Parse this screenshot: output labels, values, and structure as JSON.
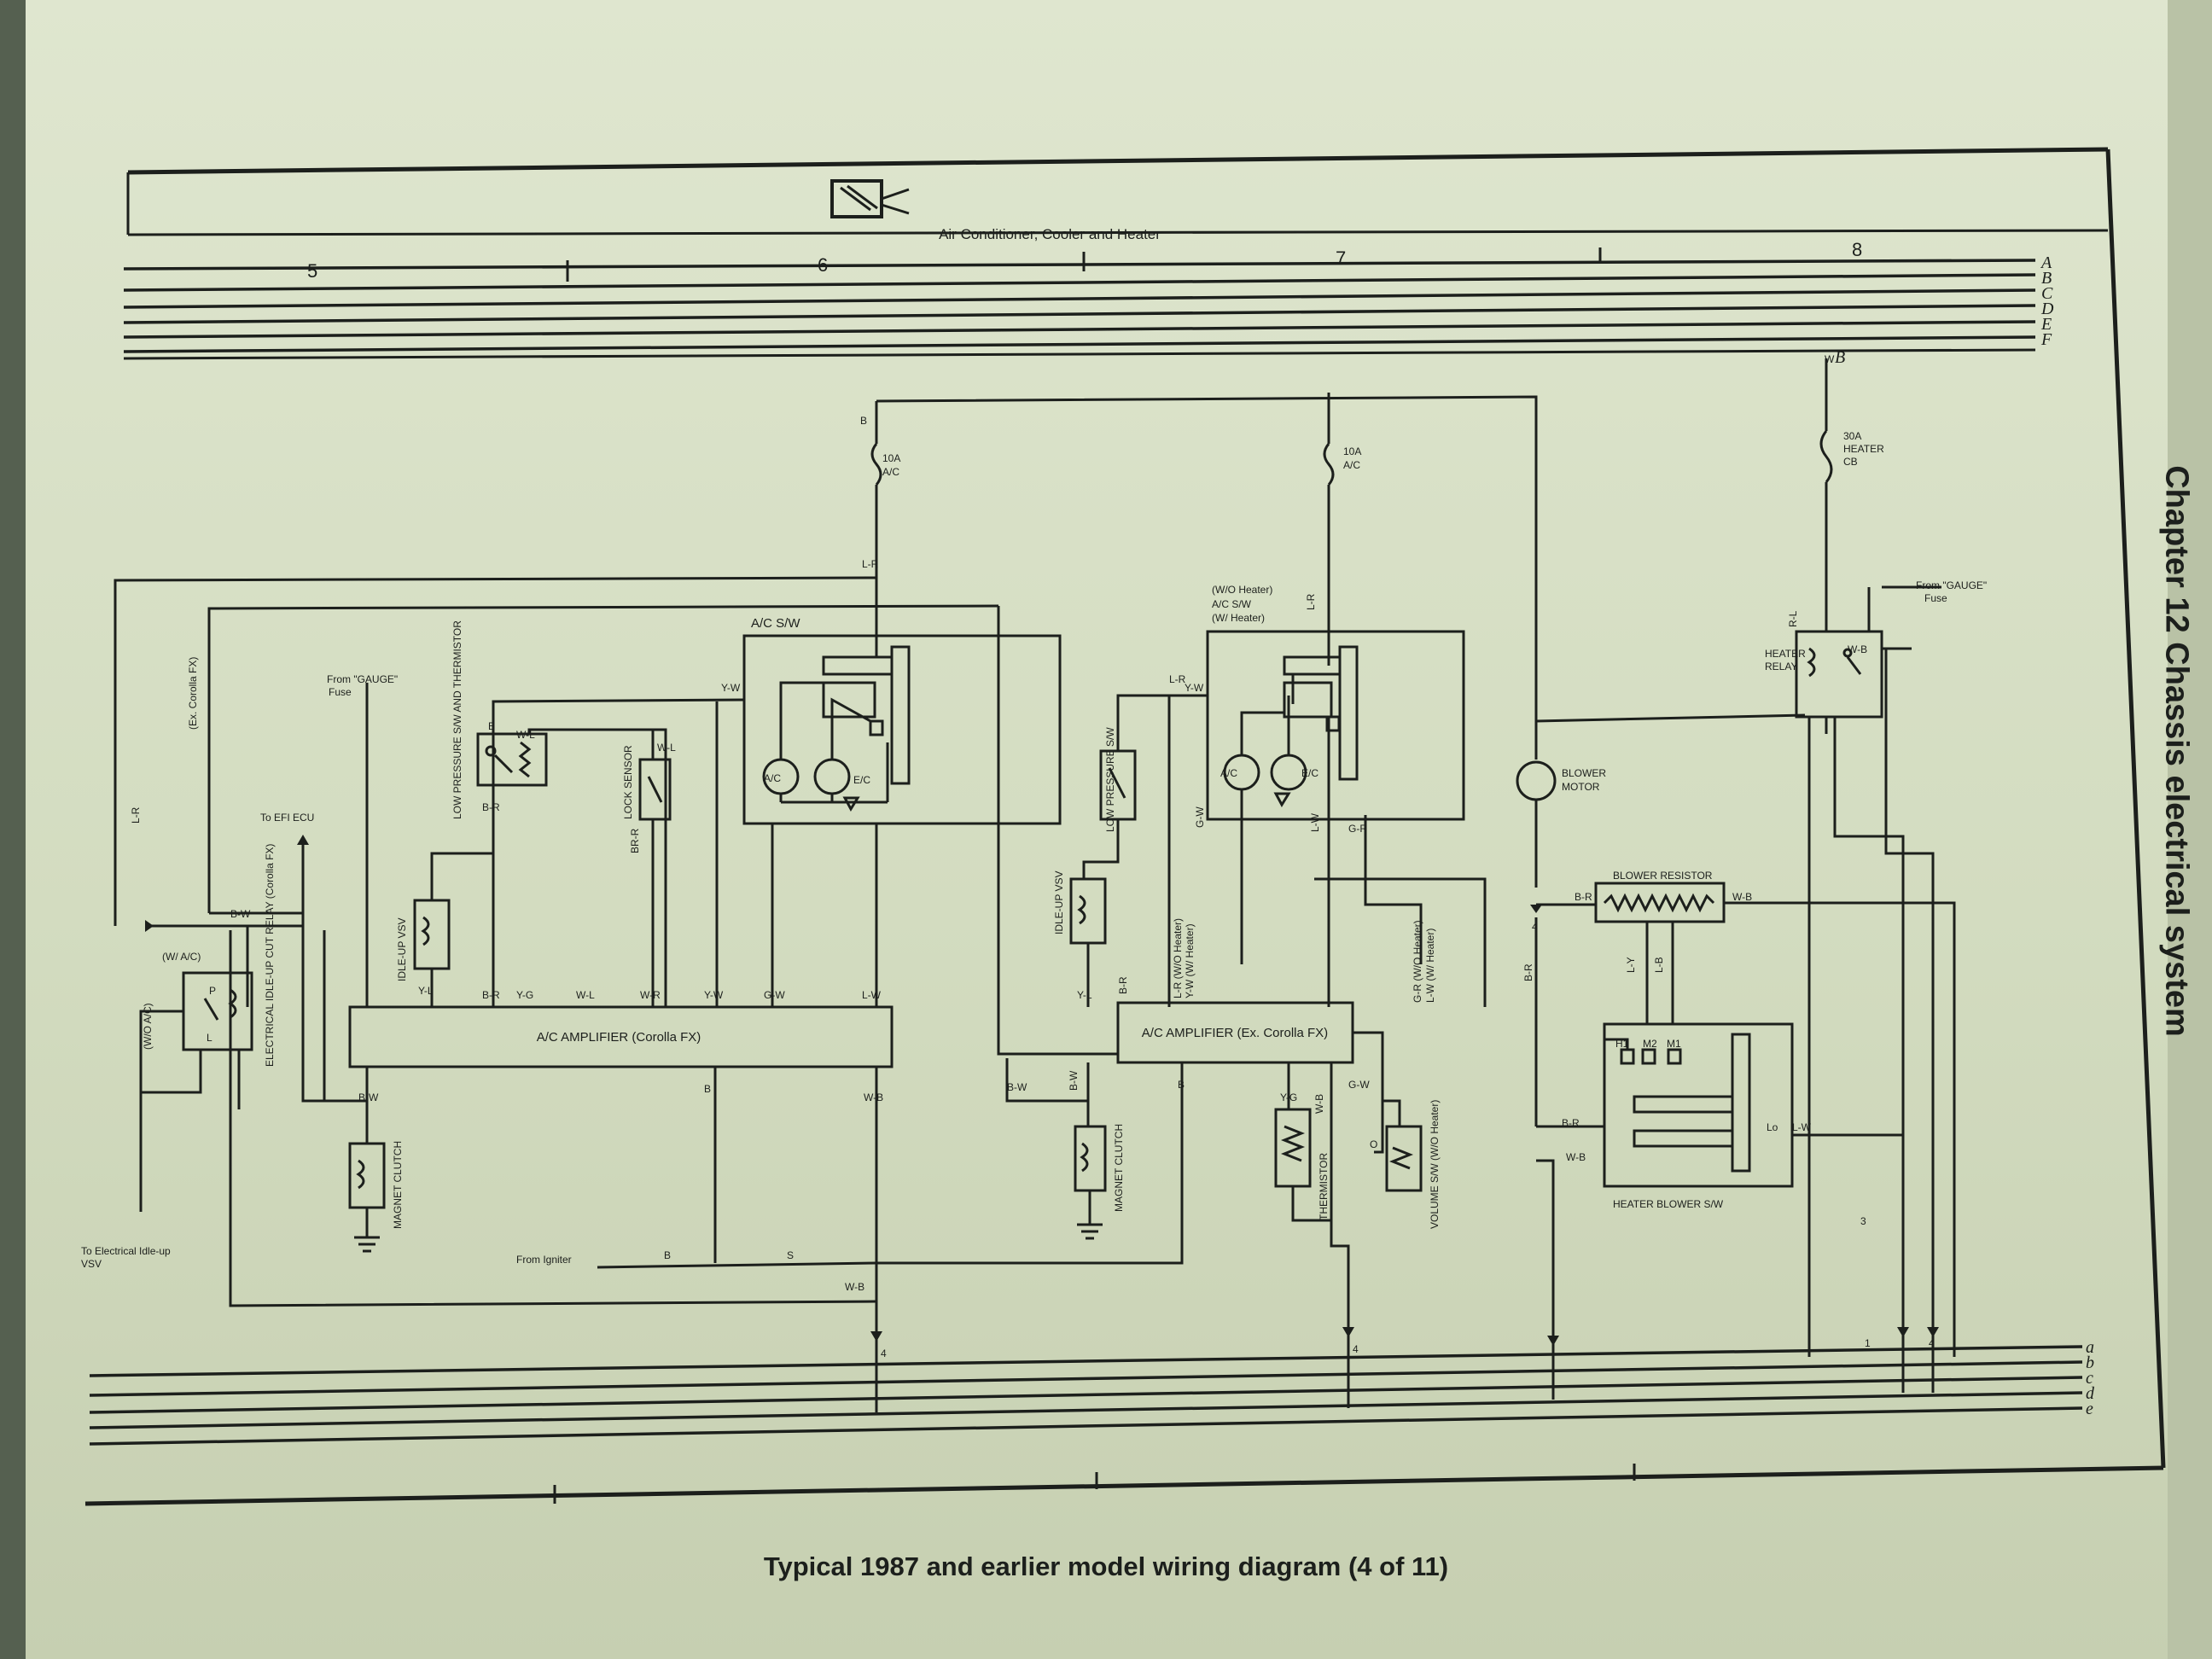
{
  "header": {
    "title": "Air Conditioner, Cooler and Heater"
  },
  "section_numbers": [
    "5",
    "6",
    "7",
    "8"
  ],
  "top_bus_letters": [
    "A",
    "B",
    "C",
    "D",
    "E",
    "F"
  ],
  "bottom_bus_letters": [
    "a",
    "b",
    "c",
    "d",
    "e"
  ],
  "components": {
    "fuse_left": {
      "rating": "10A",
      "name": "A/C"
    },
    "fuse_mid": {
      "rating": "10A",
      "name": "A/C"
    },
    "heater_cb": {
      "rating": "30A",
      "name1": "HEATER",
      "name2": "CB"
    },
    "ac_sw_left": "A/C  S/W",
    "ac_sw_mid_woh": "(W/O Heater)",
    "ac_sw_mid_1": "A/C S/W",
    "ac_sw_mid_2": "(W/ Heater)",
    "amp_left": "A/C AMPLIFIER (Corolla FX)",
    "amp_mid": "A/C AMPLIFIER (Ex. Corolla FX)",
    "low_pressure_thermo": "LOW PRESSURE S/W AND THERMISTOR",
    "lock_sensor": "LOCK SENSOR",
    "idle_up_vsv": "IDLE-UP VSV",
    "low_pressure_sw": "LOW PRESSURE S/W",
    "magnet_clutch": "MAGNET CLUTCH",
    "thermistor": "THERMISTOR",
    "volume_sw": "VOLUME S/W (W/O Heater)",
    "elec_relay": "ELECTRICAL IDLE-UP CUT RELAY (Corolla FX)",
    "blower_motor_1": "BLOWER",
    "blower_motor_2": "MOTOR",
    "blower_resistor": "BLOWER RESISTOR",
    "heater_relay_1": "HEATER",
    "heater_relay_2": "RELAY",
    "heater_blower_sw": "HEATER BLOWER S/W",
    "h1": "H1",
    "m2": "M2",
    "m1": "M1",
    "lo": "Lo",
    "diode_ac": "A/C",
    "diode_ec": "E/C"
  },
  "connections": {
    "from_gauge_left_1": "From \"GAUGE\"",
    "from_gauge_left_2": "Fuse",
    "from_gauge_right_1": "From \"GAUGE\"",
    "from_gauge_right_2": "Fuse",
    "to_efi_ecu": "To EFI ECU",
    "ex_corolla_fx": "(Ex. Corolla FX)",
    "wo_ac": "(W/O A/C)",
    "w_ac": "(W/ A/C)",
    "to_idle_1": "To Electrical Idle-up",
    "to_idle_2": "VSV",
    "from_igniter": "From Igniter",
    "lr_woh": "L-R (W/O Heater)",
    "yw_wh": "Y-W (W/ Heater)",
    "gr_woh": "G-R (W/O Heater)",
    "lw_wh": "L-W (W/ Heater)"
  },
  "wire_codes": {
    "b": "B",
    "lr": "L-R",
    "bw": "B-W",
    "yw": "Y-W",
    "wl": "W-L",
    "br": "B-R",
    "brr": "BR-R",
    "yl": "Y-L",
    "yg": "Y-G",
    "wr": "W-R",
    "gw": "G-W",
    "lw": "L-W",
    "wb": "W-B",
    "gr": "G-R",
    "yg2": "Y-G",
    "rl": "R-L",
    "ly": "L-Y",
    "lb": "L-B",
    "w": "W",
    "o": "O",
    "p": "P",
    "l": "L",
    "s": "S",
    "bb": "B",
    "n4": "4",
    "n3": "3",
    "n1": "1",
    "n8": "8"
  },
  "caption": "Typical 1987 and earlier model wiring diagram (4 of 11)",
  "side_label": "Chapter 12  Chassis electrical system"
}
